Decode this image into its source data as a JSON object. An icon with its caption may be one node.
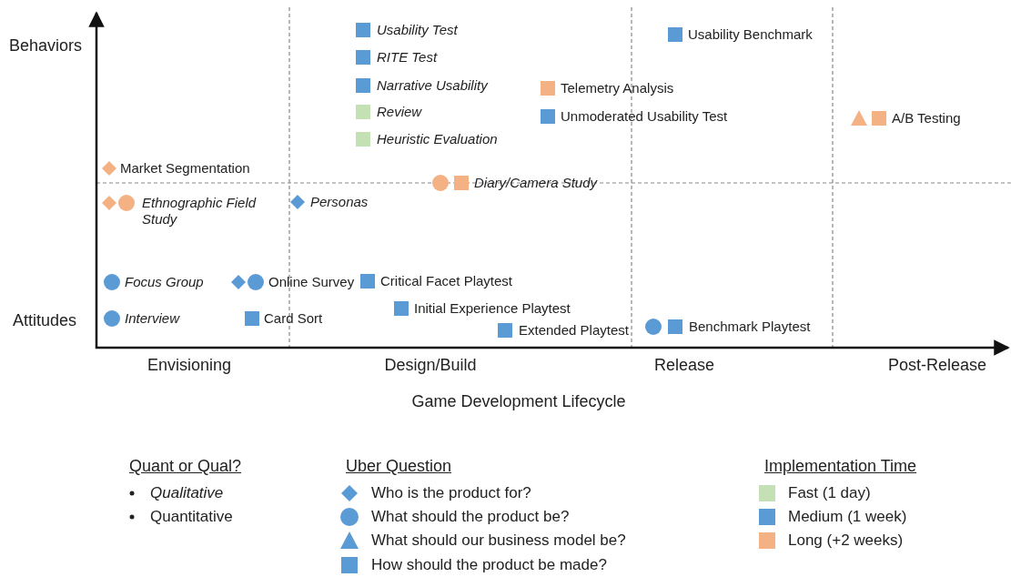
{
  "diagram": {
    "labels": [
      "Behaviors",
      "Usability Test",
      "Usability Benchmark",
      "RITE Test",
      "Narrative Usability",
      "Telemetry Analysis",
      "Review",
      "Unmoderated Usability Test",
      "A/B Testing",
      "Heuristic Evaluation",
      "Market Segmentation",
      "Diary/Camera Study",
      "Ethnographic Field Study",
      "Personas",
      "Focus Group",
      "Online Survey",
      "Critical Facet Playtest",
      "Initial Experience Playtest",
      "Attitudes",
      "Interview",
      "Card Sort",
      "Extended Playtest",
      "Benchmark Playtest",
      "Envisioning",
      "Design/Build",
      "Release",
      "Post-Release",
      "Game Development Lifecycle",
      "Quant or Qual?",
      "Uber Question",
      "Implementation Time"
    ],
    "legend": [
      {
        "text": "Qualitative"
      },
      {
        "text": "Quantitative"
      },
      {
        "text": "Who is the product for?"
      },
      {
        "text": "What should the product be?"
      },
      {
        "text": "What should our business model be?"
      },
      {
        "text": "How should the product be made?"
      },
      {
        "text": "Fast (1 day)",
        "color": "#c5e0b4"
      },
      {
        "text": "Medium (1 week)",
        "color": "#5b9bd5"
      },
      {
        "text": "Long (+2 weeks)",
        "color": "#f4b183"
      }
    ]
  }
}
